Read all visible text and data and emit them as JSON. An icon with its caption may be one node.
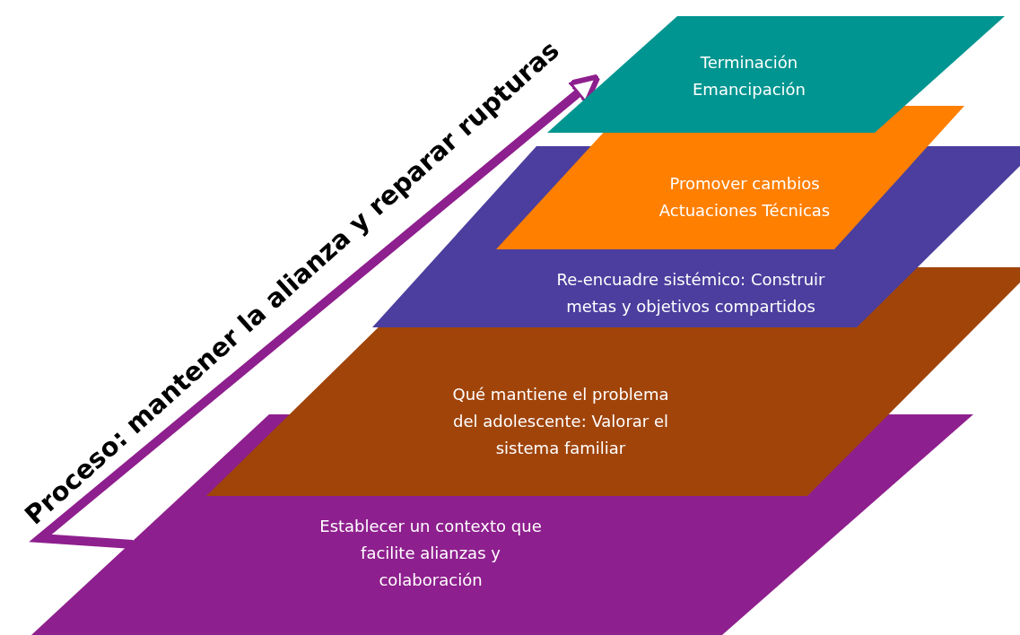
{
  "diagram": {
    "nodes": [
      {
        "text": [
          "Terminación Emancipación"
        ]
      },
      {
        "text": [
          "Promover cambios Actuaciones Técnicas"
        ]
      },
      {
        "text": [
          "Re-encuadre sistémico: Construir metas y objetivos compartidos"
        ]
      },
      {
        "text": [
          "Qué mantiene el problema del adolescente: Valorar el sistema familiar"
        ]
      },
      {
        "text": [
          "Establecer un contexto que facilite alianzas y colaboración"
        ]
      }
    ],
    "edges": [
      {
        "from": 4,
        "to": 0,
        "arrow": "to",
        "label": "Proceso: mantener la alianza y reparar rupturas"
      }
    ]
  }
}
